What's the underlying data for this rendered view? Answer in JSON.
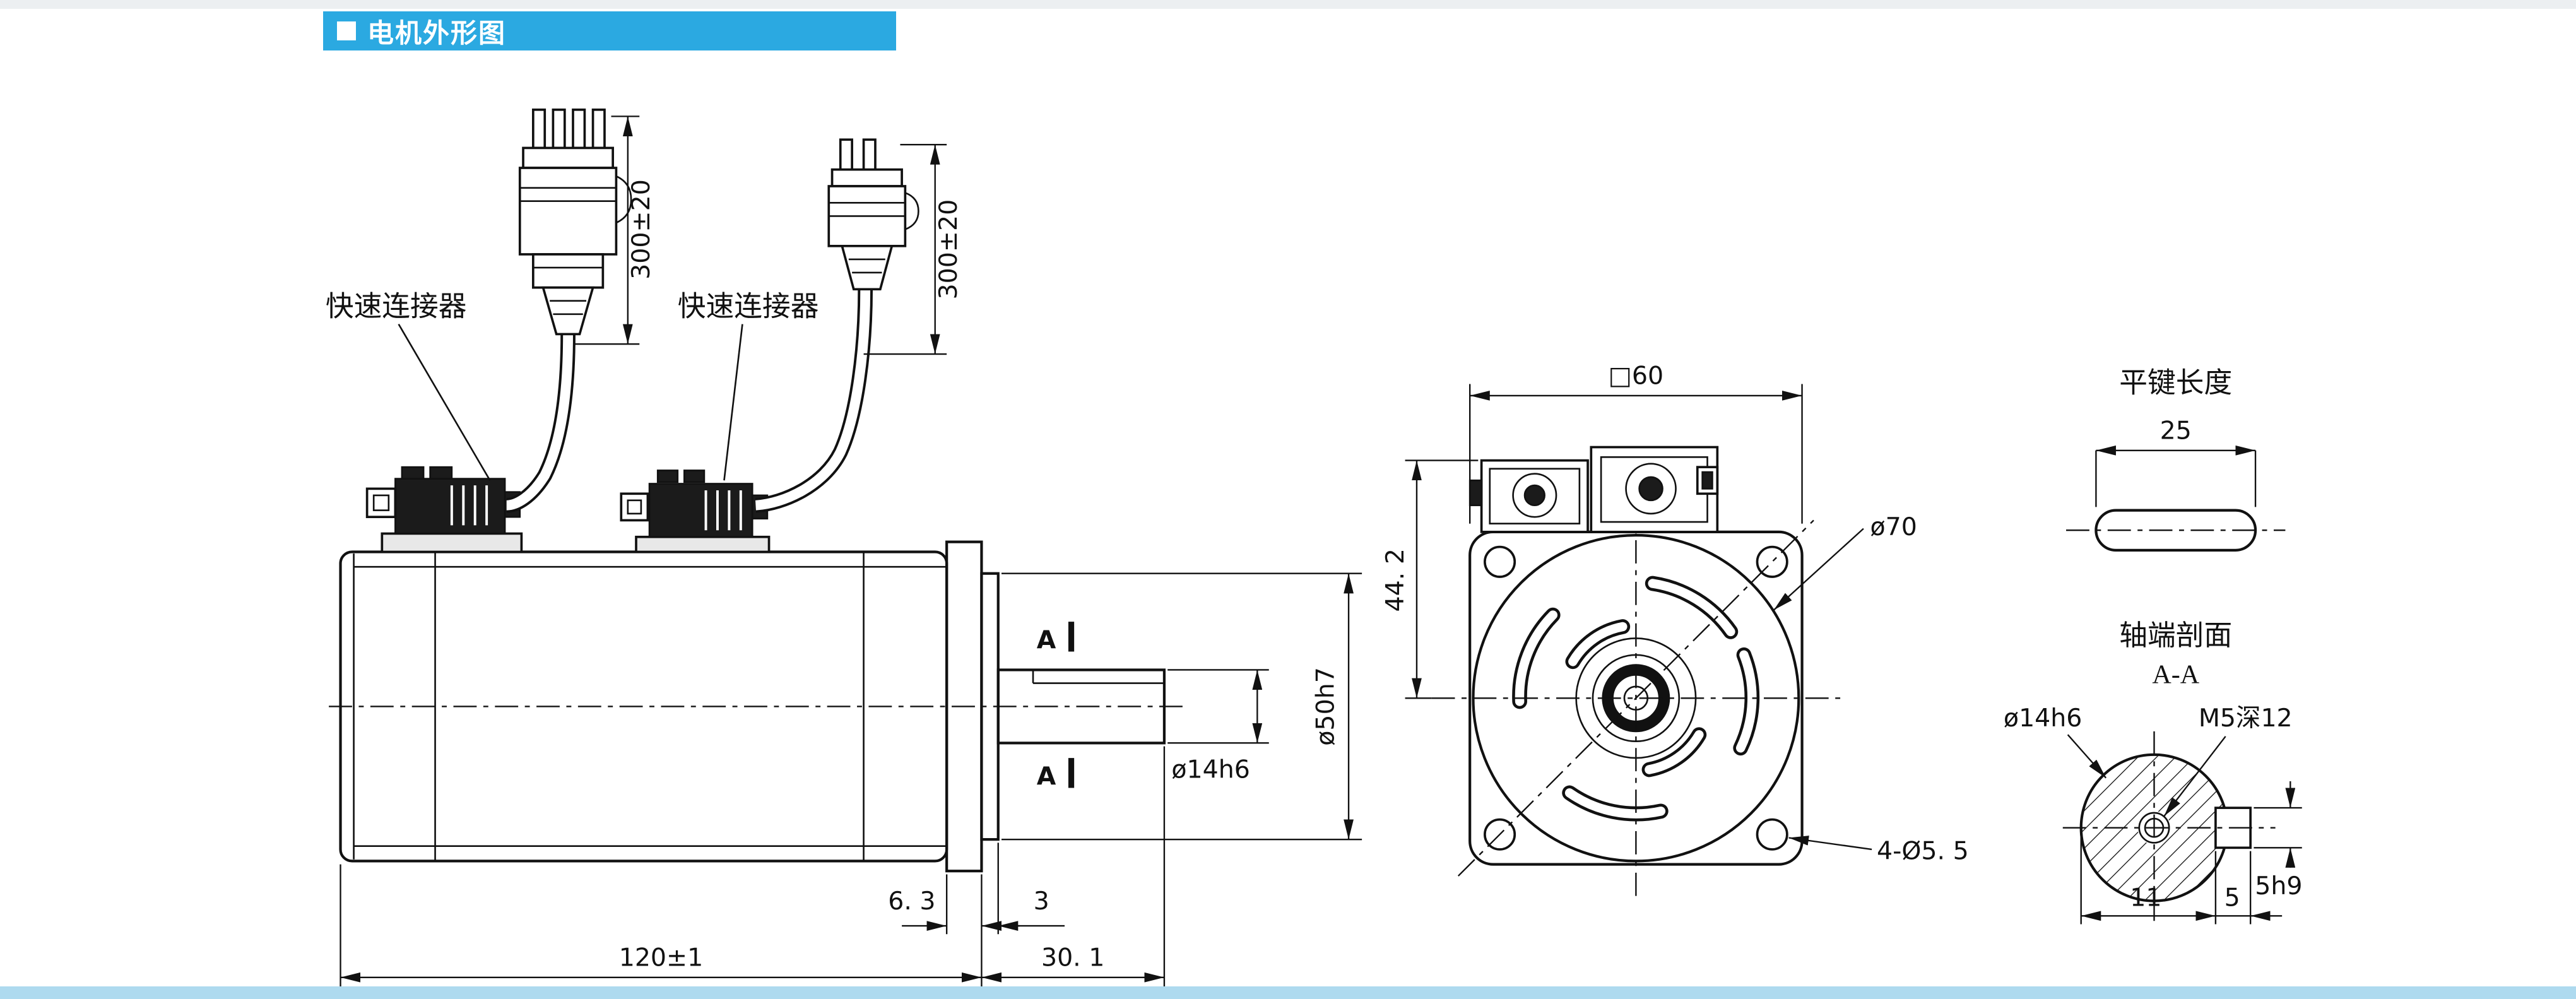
{
  "header": {
    "title": "电机外形图"
  },
  "side_view": {
    "connector_label_left": "快速连接器",
    "connector_label_right": "快速连接器",
    "cable_dim_left": "300±20",
    "cable_dim_right": "300±20",
    "section_label_top": "A",
    "section_label_bottom": "A",
    "shaft_dia": "ø14h6",
    "pilot_dia": "ø50h7",
    "dim_flange_thickness": "6. 3",
    "dim_pilot_depth": "3",
    "dim_body_length": "120±1",
    "dim_shaft_length": "30. 1"
  },
  "front_view": {
    "dim_square": "□60",
    "dim_height": "44. 2",
    "dim_body_circle": "ø70",
    "dim_mount_holes": "4-Ø5. 5"
  },
  "key_view": {
    "title": "平键长度",
    "dim_length": "25"
  },
  "shaft_section": {
    "title": "轴端剖面",
    "section_id": "A-A",
    "dim_shaft_dia": "ø14h6",
    "dim_tap": "M5深12",
    "dim_key_width": "5h9",
    "dim_flat": "11",
    "dim_key_len": "5"
  },
  "colors": {
    "accent_header": "#2BA9E1",
    "header_text": "#FFFFFF",
    "line": "#111111",
    "top_strip": "#ECEFF1",
    "bottom_strip": "#AEDAEF",
    "background": "#FFFFFF"
  }
}
